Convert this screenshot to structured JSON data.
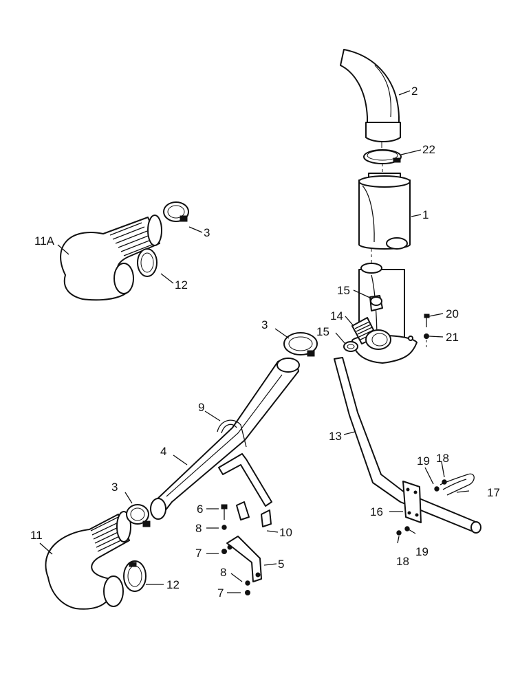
{
  "labels": {
    "p1": "1",
    "p2": "2",
    "p3a": "3",
    "p3b": "3",
    "p3c": "3",
    "p4": "4",
    "p5": "5",
    "p6": "6",
    "p7a": "7",
    "p7b": "7",
    "p8a": "8",
    "p8b": "8",
    "p9": "9",
    "p10": "10",
    "p11": "11",
    "p11a": "11A",
    "p12a": "12",
    "p12b": "12",
    "p13": "13",
    "p14": "14",
    "p15a": "15",
    "p15b": "15",
    "p16": "16",
    "p17": "17",
    "p18a": "18",
    "p18b": "18",
    "p19a": "19",
    "p19b": "19",
    "p20": "20",
    "p21": "21",
    "p22": "22"
  }
}
